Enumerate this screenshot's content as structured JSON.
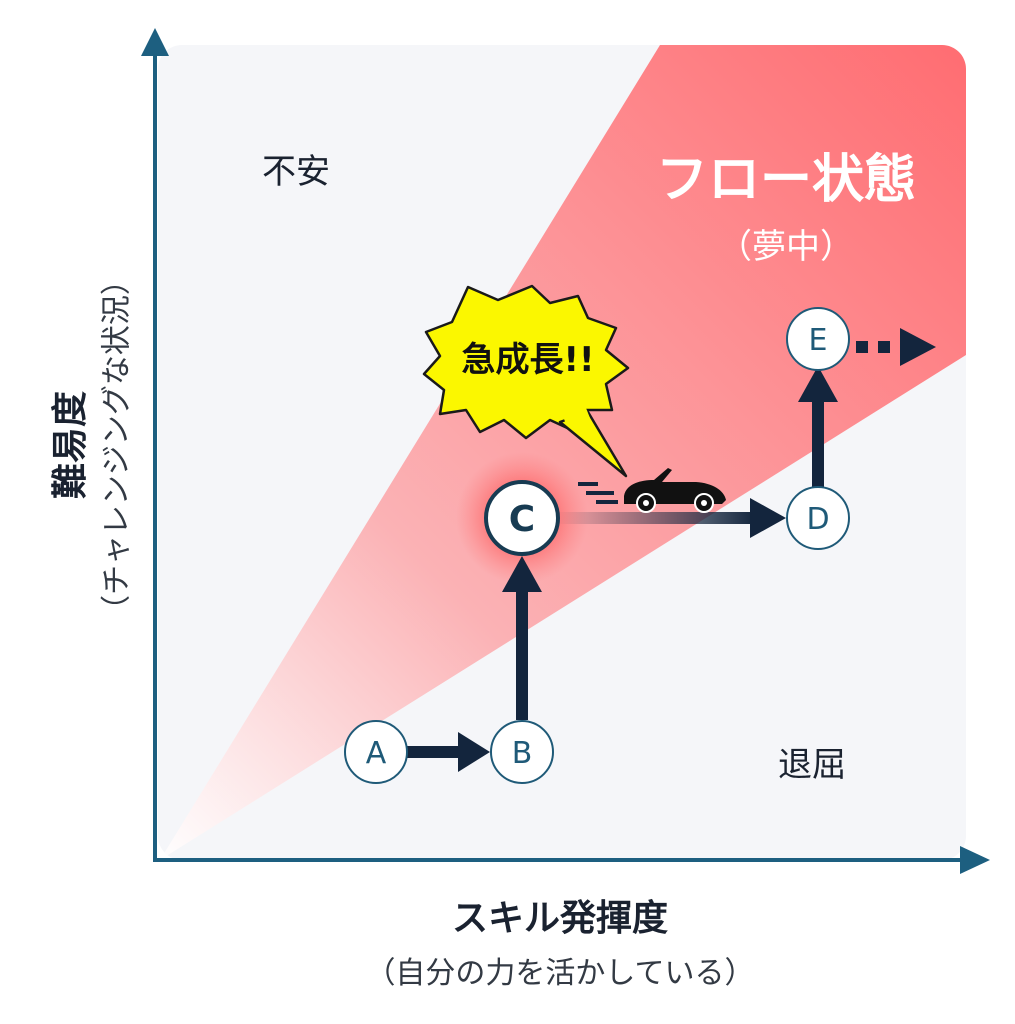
{
  "quadrants": {
    "anxiety": "不安",
    "boredom": "退屈"
  },
  "flow_zone": {
    "title": "フロー状態",
    "subtitle": "（夢中）"
  },
  "x_axis": {
    "title": "スキル発揮度",
    "subtitle": "（自分の力を活かしている）"
  },
  "y_axis": {
    "title": "難易度",
    "subtitle": "（チャレンジングな状況）"
  },
  "callout": "急成長!!",
  "nodes": {
    "a": "A",
    "b": "B",
    "c": "C",
    "d": "D",
    "e": "E"
  },
  "colors": {
    "axis": "#1d5f80",
    "flow": "#ff7075",
    "path": "#13253d",
    "burst": "#fbf700",
    "plot_bg": "#f5f6f9"
  }
}
